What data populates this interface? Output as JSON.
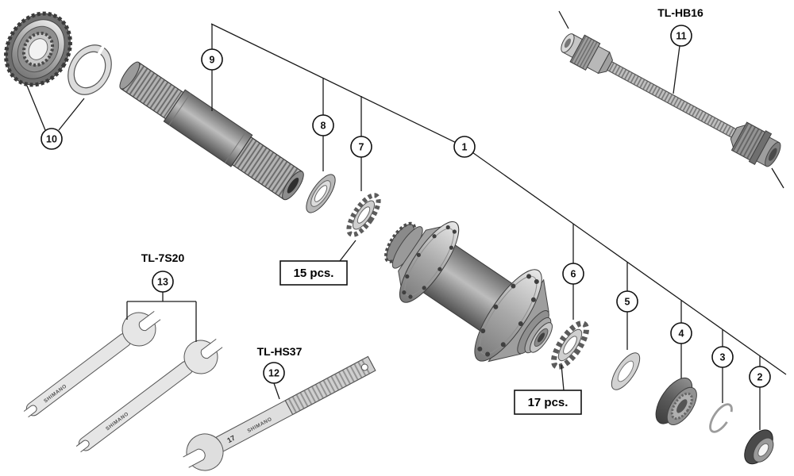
{
  "labels": {
    "tl_hb16": "TL-HB16",
    "tl_7s20": "TL-7S20",
    "tl_hs37": "TL-HS37",
    "qty15": "15 pcs.",
    "qty17": "17 pcs."
  },
  "callouts": [
    "1",
    "2",
    "3",
    "4",
    "5",
    "6",
    "7",
    "8",
    "9",
    "10",
    "11",
    "12",
    "13"
  ],
  "tools": {
    "brand": "SHIMANO",
    "size_stamp": "17"
  },
  "colors": {
    "background": "#ffffff",
    "line": "#1a1a1a",
    "metal_dark": "#4f4f4f",
    "metal_mid": "#9e9e9e",
    "metal_light": "#e6e6e6"
  }
}
